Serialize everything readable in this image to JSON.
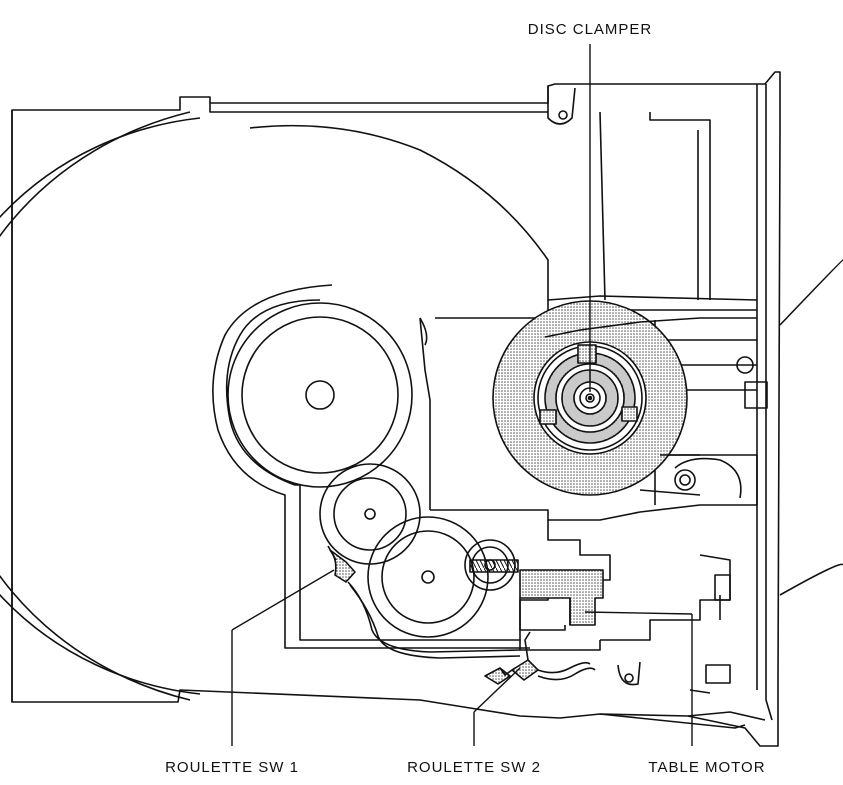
{
  "labels": {
    "disc_clamper": "DISC CLAMPER",
    "roulette_sw_1": "ROULETTE SW 1",
    "roulette_sw_2": "ROULETTE SW 2",
    "table_motor": "TABLE MOTOR"
  },
  "colors": {
    "line": "#111111",
    "background": "#ffffff",
    "stipple": "#8a8a8a"
  }
}
